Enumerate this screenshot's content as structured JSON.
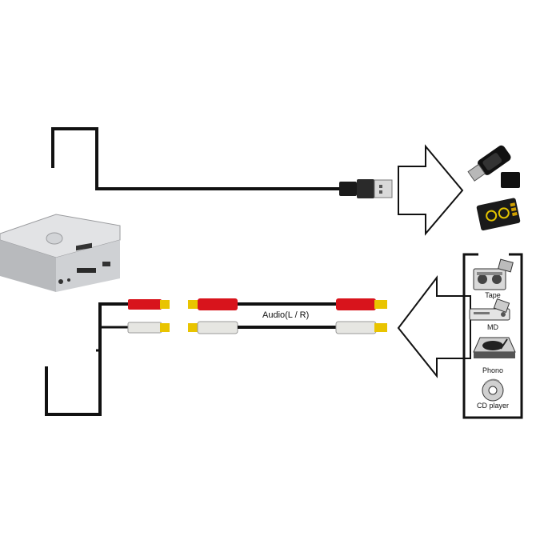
{
  "cable_label": "Audio(L / R)",
  "sources": [
    {
      "label": "Tape",
      "icon": "tape-deck-icon"
    },
    {
      "label": "MD",
      "icon": "md-player-icon"
    },
    {
      "label": "Phono",
      "icon": "turntable-icon"
    },
    {
      "label": "CD player",
      "icon": "cd-player-icon"
    }
  ],
  "storage_targets": [
    {
      "icon": "usb-flash-drive-icon"
    },
    {
      "icon": "sd-card-icon"
    }
  ],
  "colors": {
    "line": "#111111",
    "plug_red": "#d8141c",
    "plug_white": "#e6e6e2",
    "plug_yellow": "#e9c400",
    "device_silver": "#c9cbce"
  }
}
